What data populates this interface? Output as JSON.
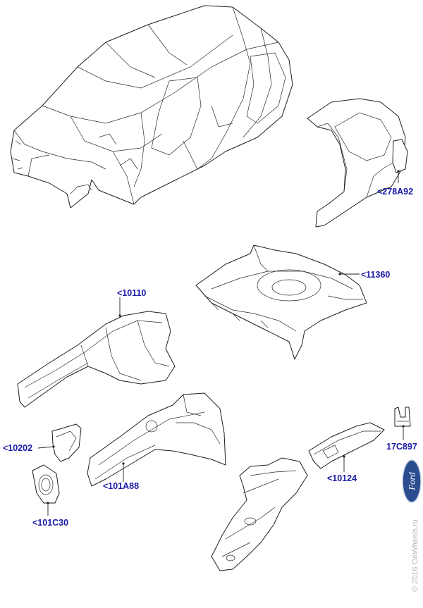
{
  "labels": {
    "p278A92": "<278A92",
    "p11360": "<11360",
    "p10110": "<10110",
    "p10202": "<10202",
    "p101A88": "<101A88",
    "p17C897": "17C897",
    "p10124": "<10124",
    "p101C30": "<101C30"
  },
  "watermark": "© 2016 OnWheels.ru",
  "logo": "Ford",
  "colors": {
    "callout": "#1a1aa8",
    "logo_blue": "#2b4d8f"
  }
}
